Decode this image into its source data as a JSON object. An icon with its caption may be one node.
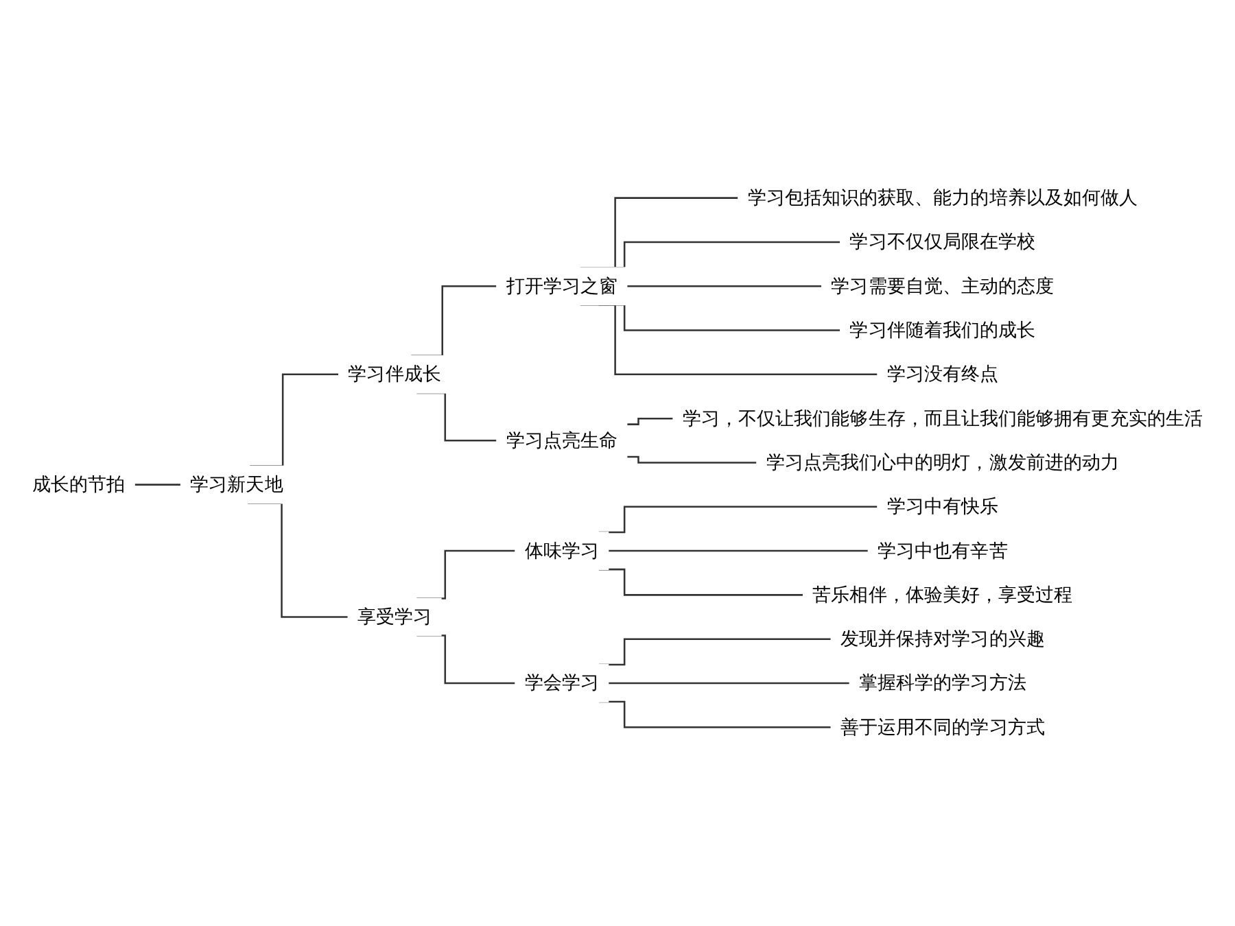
{
  "diagram": {
    "nodes": [
      {
        "text": [
          "成长的节拍"
        ]
      },
      {
        "text": [
          "学习新天地"
        ]
      },
      {
        "text": [
          "学习伴成长"
        ]
      },
      {
        "text": [
          "打开学习之窗"
        ]
      },
      {
        "text": [
          "学习包括知识的获取、能力的培养以及如何做人"
        ]
      },
      {
        "text": [
          "学习不仅仅局限在学校"
        ]
      },
      {
        "text": [
          "学习需要自觉、主动的态度"
        ]
      },
      {
        "text": [
          "学习伴随着我们的成长"
        ]
      },
      {
        "text": [
          "学习没有终点"
        ]
      },
      {
        "text": [
          "学习点亮生命"
        ]
      },
      {
        "text": [
          "学习，不仅让我们能够生存，而且让我们能够拥有更充实的生活"
        ]
      },
      {
        "text": [
          "学习点亮我们心中的明灯，激发前进的动力"
        ]
      },
      {
        "text": [
          "享受学习"
        ]
      },
      {
        "text": [
          "体味学习"
        ]
      },
      {
        "text": [
          "学习中有快乐"
        ]
      },
      {
        "text": [
          "学习中也有辛苦"
        ]
      },
      {
        "text": [
          "苦乐相伴，体验美好，享受过程"
        ]
      },
      {
        "text": [
          "学会学习"
        ]
      },
      {
        "text": [
          "发现并保持对学习的兴趣"
        ]
      },
      {
        "text": [
          "掌握科学的学习方法"
        ]
      },
      {
        "text": [
          "善于运用不同的学习方式"
        ]
      }
    ],
    "edges": [
      {
        "from": 0,
        "to": 1,
        "arrow": "none"
      },
      {
        "from": 1,
        "to": 2,
        "arrow": "none"
      },
      {
        "from": 1,
        "to": 12,
        "arrow": "none"
      },
      {
        "from": 2,
        "to": 3,
        "arrow": "none"
      },
      {
        "from": 2,
        "to": 9,
        "arrow": "none"
      },
      {
        "from": 3,
        "to": 4,
        "arrow": "none"
      },
      {
        "from": 3,
        "to": 5,
        "arrow": "none"
      },
      {
        "from": 3,
        "to": 6,
        "arrow": "none"
      },
      {
        "from": 3,
        "to": 7,
        "arrow": "none"
      },
      {
        "from": 3,
        "to": 8,
        "arrow": "none"
      },
      {
        "from": 9,
        "to": 10,
        "arrow": "none"
      },
      {
        "from": 9,
        "to": 11,
        "arrow": "none"
      },
      {
        "from": 12,
        "to": 13,
        "arrow": "none"
      },
      {
        "from": 12,
        "to": 17,
        "arrow": "none"
      },
      {
        "from": 13,
        "to": 14,
        "arrow": "none"
      },
      {
        "from": 13,
        "to": 15,
        "arrow": "none"
      },
      {
        "from": 13,
        "to": 16,
        "arrow": "none"
      },
      {
        "from": 17,
        "to": 18,
        "arrow": "none"
      },
      {
        "from": 17,
        "to": 19,
        "arrow": "none"
      },
      {
        "from": 17,
        "to": 20,
        "arrow": "none"
      }
    ]
  }
}
